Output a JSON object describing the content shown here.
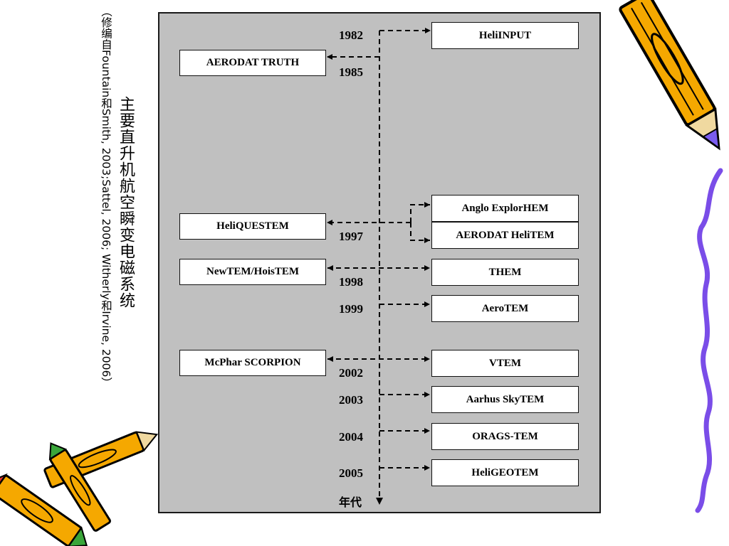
{
  "title": "主要直升机航空瞬变电磁系统",
  "source": "（修编自Fountain和Smith, 2003;Sattel, 2006; Witherly和Irvine, 2006）",
  "axis_label": "年代",
  "left_systems": [
    {
      "id": "aerodat-truth",
      "label": "AERODAT TRUTH"
    },
    {
      "id": "heliquestem",
      "label": "HeliQUESTEM"
    },
    {
      "id": "newtem-hoistem",
      "label": "NewTEM/HoisTEM"
    },
    {
      "id": "mcphar-scorpion",
      "label": "McPhar SCORPION"
    }
  ],
  "right_systems": [
    {
      "id": "heliinput",
      "label": "HeliINPUT"
    },
    {
      "id": "anglo-explorhem",
      "label": "Anglo ExplorHEM"
    },
    {
      "id": "aerodat-helitem",
      "label": "AERODAT HeliTEM"
    },
    {
      "id": "them",
      "label": "THEM"
    },
    {
      "id": "aerotem",
      "label": "AeroTEM"
    },
    {
      "id": "vtem",
      "label": "VTEM"
    },
    {
      "id": "aarhus-skytem",
      "label": "Aarhus SkyTEM"
    },
    {
      "id": "orags-tem",
      "label": "ORAGS-TEM"
    },
    {
      "id": "heligeotem",
      "label": "HeliGEOTEM"
    }
  ],
  "years": [
    "1982",
    "1985",
    "1997",
    "1998",
    "1999",
    "2002",
    "2003",
    "2004",
    "2005"
  ],
  "colors": {
    "panel": "#c0c0c0",
    "line": "#000000",
    "pencil_body": "#f5a800",
    "pencil_tip": "#7a5cf0",
    "squiggle": "#7a4de8"
  }
}
